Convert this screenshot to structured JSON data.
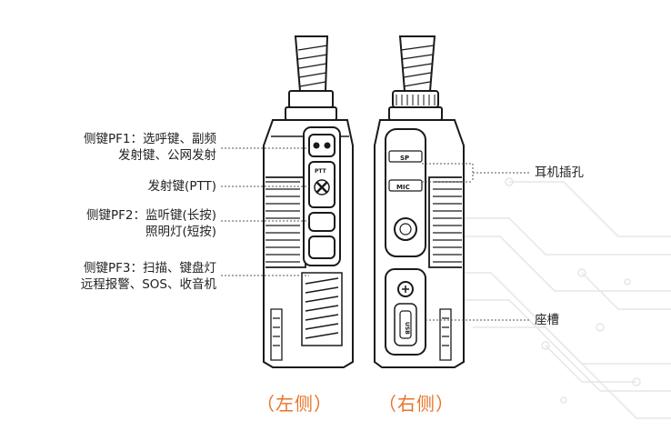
{
  "labels": {
    "pf1_line1": "侧键PF1：选呼键、副频",
    "pf1_line2": "发射键、公网发射",
    "ptt": "发射键(PTT)",
    "pf2_line1": "侧键PF2：监听键(长按)",
    "pf2_line2": "照明灯(短按)",
    "pf3_line1": "侧键PF3：扫描、键盘灯",
    "pf3_line2": "远程报警、SOS、收音机",
    "earphone": "耳机插孔",
    "slot": "座槽"
  },
  "titles": {
    "left": "（左侧）",
    "right": "（右侧）"
  },
  "device_marks": {
    "ptt_tag": "PTT",
    "sp_tag": "SP",
    "mic_tag": "MIC",
    "slot_tag": "USB"
  },
  "colors": {
    "title": "#e8742a",
    "outline": "#1a1a1a",
    "leader": "#555555",
    "circuit": "#e6e6e6"
  }
}
